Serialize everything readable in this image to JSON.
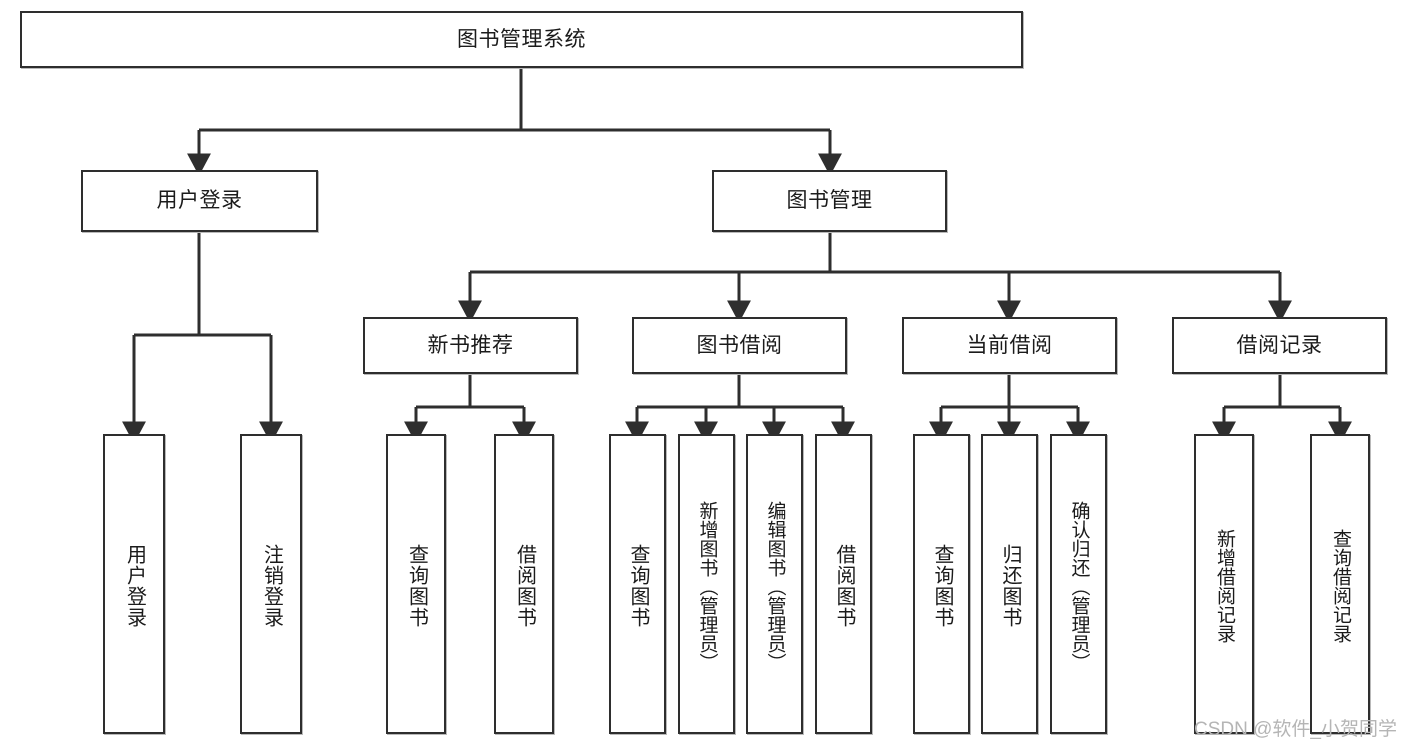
{
  "diagram": {
    "type": "tree",
    "title_node": {
      "label": "图书管理系统"
    },
    "level2": [
      {
        "id": "user-login",
        "label": "用户登录"
      },
      {
        "id": "book-management",
        "label": "图书管理"
      }
    ],
    "level3": [
      {
        "id": "new-book-recommend",
        "label": "新书推荐",
        "parent": "book-management"
      },
      {
        "id": "book-borrow",
        "label": "图书借阅",
        "parent": "book-management"
      },
      {
        "id": "current-borrow",
        "label": "当前借阅",
        "parent": "book-management"
      },
      {
        "id": "borrow-record",
        "label": "借阅记录",
        "parent": "book-management"
      }
    ],
    "leaves": {
      "user-login": [
        {
          "id": "leaf-user-login",
          "label": "用户登录"
        },
        {
          "id": "leaf-user-logout",
          "label": "注销登录"
        }
      ],
      "new-book-recommend": [
        {
          "id": "leaf-query-book-1",
          "label": "查询图书"
        },
        {
          "id": "leaf-borrow-book-1",
          "label": "借阅图书"
        }
      ],
      "book-borrow": [
        {
          "id": "leaf-query-book-2",
          "label": "查询图书"
        },
        {
          "id": "leaf-add-book",
          "label": "新增图书（管理员）"
        },
        {
          "id": "leaf-edit-book",
          "label": "编辑图书（管理员）"
        },
        {
          "id": "leaf-borrow-book-2",
          "label": "借阅图书"
        }
      ],
      "current-borrow": [
        {
          "id": "leaf-query-book-3",
          "label": "查询图书"
        },
        {
          "id": "leaf-return-book",
          "label": "归还图书"
        },
        {
          "id": "leaf-confirm-return",
          "label": "确认归还（管理员）"
        }
      ],
      "borrow-record": [
        {
          "id": "leaf-add-record",
          "label": "新增借阅记录"
        },
        {
          "id": "leaf-query-record",
          "label": "查询借阅记录"
        }
      ]
    }
  },
  "watermark": {
    "text": "CSDN @软件_小贺同学"
  },
  "colors": {
    "stroke": "#2e2e2e",
    "fill": "#ffffff",
    "text": "#1b1b1b",
    "watermark": "#b5b5b5",
    "shadow": "#b9b9b9"
  }
}
